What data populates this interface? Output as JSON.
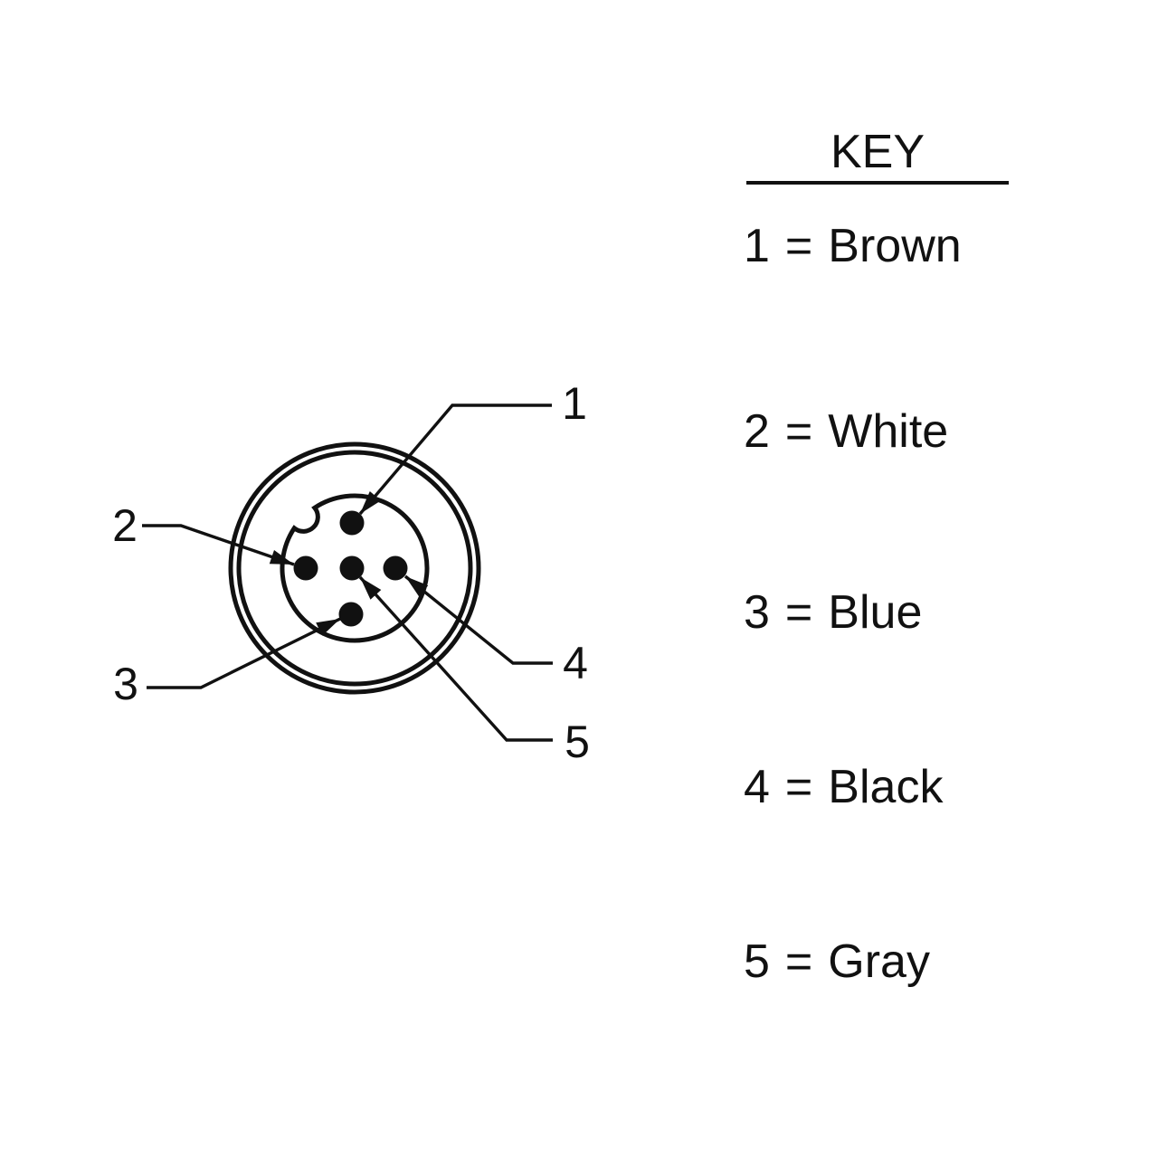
{
  "diagram": {
    "type": "connector-pinout-face-view",
    "callout_labels": [
      "1",
      "2",
      "3",
      "4",
      "5"
    ],
    "pins": [
      {
        "number": "1",
        "position": "top"
      },
      {
        "number": "2",
        "position": "left"
      },
      {
        "number": "3",
        "position": "bottom"
      },
      {
        "number": "4",
        "position": "right"
      },
      {
        "number": "5",
        "position": "center"
      }
    ]
  },
  "key": {
    "title": "KEY",
    "separator": "=",
    "entries": [
      {
        "pin": "1",
        "color": "Brown"
      },
      {
        "pin": "2",
        "color": "White"
      },
      {
        "pin": "3",
        "color": "Blue"
      },
      {
        "pin": "4",
        "color": "Black"
      },
      {
        "pin": "5",
        "color": "Gray"
      }
    ]
  },
  "colors": {
    "ink": "#111111",
    "background": "#ffffff"
  }
}
